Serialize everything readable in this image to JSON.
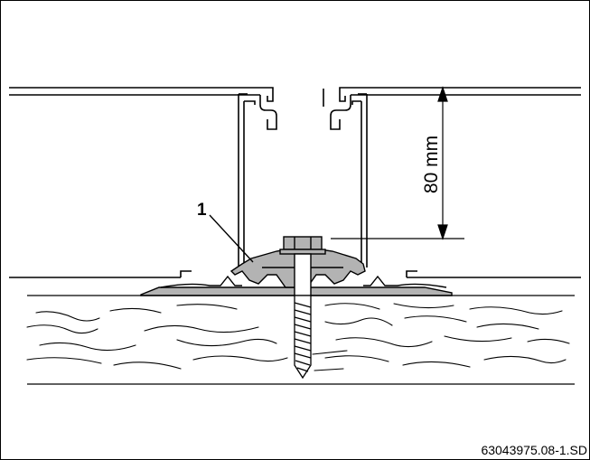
{
  "diagram": {
    "dimension_label": "80 mm",
    "callout_number": "1",
    "reference_code": "63043975.08-1.SD"
  },
  "colors": {
    "line": "#000000",
    "clamp_fill": "#b3b3b3",
    "background": "#ffffff"
  }
}
